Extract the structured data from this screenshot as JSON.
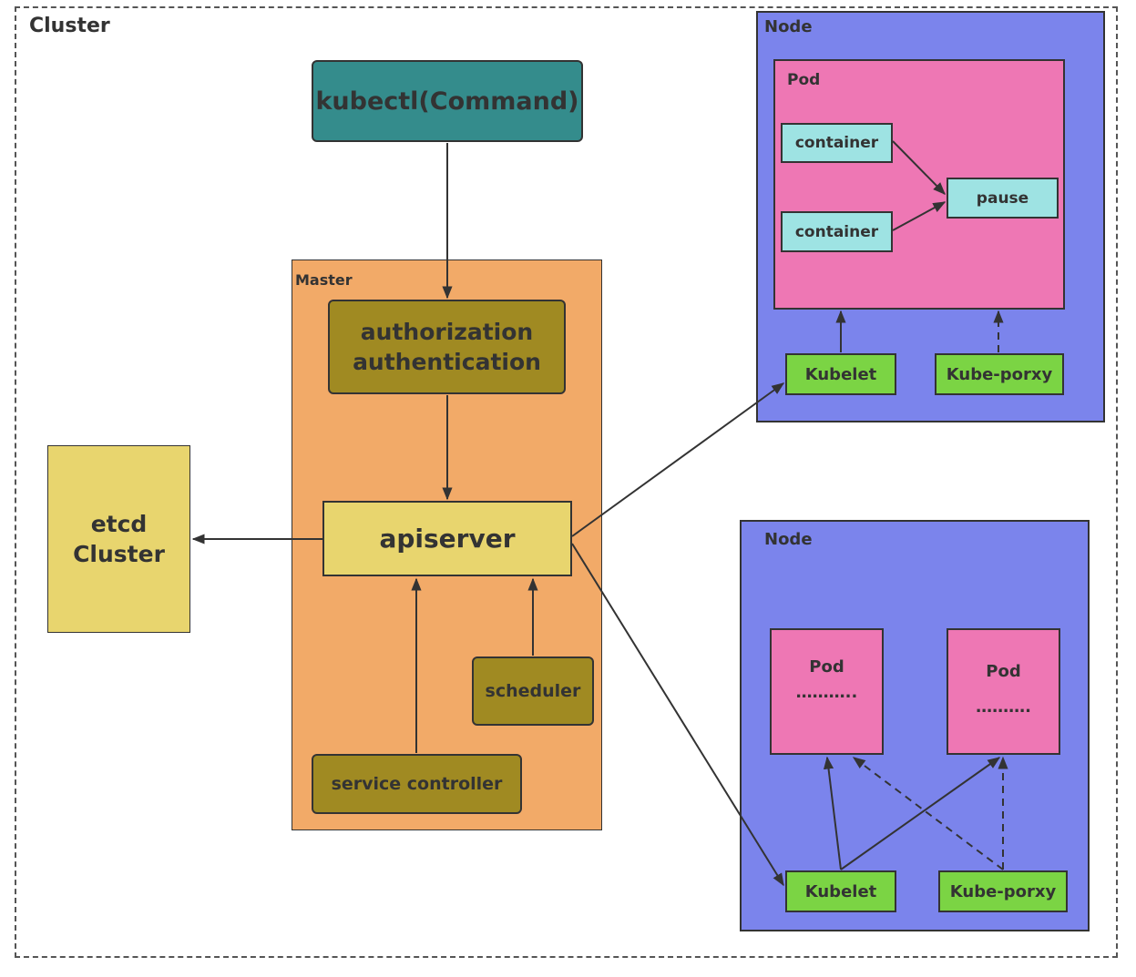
{
  "cluster": {
    "title": "Cluster"
  },
  "kubectl": {
    "label": "kubectl(Command)"
  },
  "master": {
    "title": "Master",
    "auth_line1": "authorization",
    "auth_line2": "authentication",
    "apiserver": "apiserver",
    "scheduler": "scheduler",
    "service_controller": "service controller"
  },
  "etcd": {
    "line1": "etcd",
    "line2": "Cluster"
  },
  "node1": {
    "title": "Node",
    "pod": {
      "title": "Pod",
      "container1": "container",
      "container2": "container",
      "pause": "pause"
    },
    "kubelet": "Kubelet",
    "kube_proxy": "Kube-porxy"
  },
  "node2": {
    "title": "Node",
    "pod_a": {
      "title": "Pod",
      "dots": "……….."
    },
    "pod_b": {
      "title": "Pod",
      "dots": "………."
    },
    "kubelet": "Kubelet",
    "kube_proxy": "Kube-porxy"
  },
  "colors": {
    "kubectl": "#348c8c",
    "master": "#f2aa68",
    "auth": "#a08a22",
    "apiserver": "#e8d56e",
    "node": "#7b84ec",
    "pod": "#ee77b4",
    "container": "#9ee3e3",
    "agent": "#7bd444"
  }
}
